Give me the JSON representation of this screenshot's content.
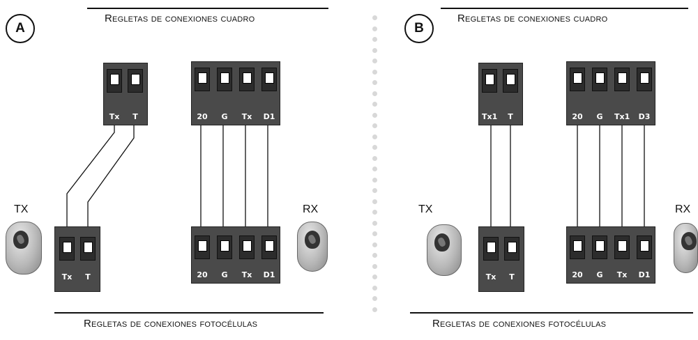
{
  "panels": {
    "a": {
      "badge": "A",
      "top_title": "Regletas de conexiones cuadro",
      "bottom_title": "Regletas de conexiones fotocélulas",
      "tx_label": "TX",
      "rx_label": "RX",
      "board_small": [
        "Tx",
        "T"
      ],
      "board_large": [
        "20",
        "G",
        "Tx",
        "D1"
      ],
      "cell_small": [
        "Tx",
        "T"
      ],
      "cell_large": [
        "20",
        "G",
        "Tx",
        "D1"
      ]
    },
    "b": {
      "badge": "B",
      "top_title": "Regletas de conexiones cuadro",
      "bottom_title": "Regletas de conexiones fotocélulas",
      "tx_label": "TX",
      "rx_label": "RX",
      "board_small": [
        "Tx1",
        "T"
      ],
      "board_large": [
        "20",
        "G",
        "Tx1",
        "D3"
      ],
      "cell_small": [
        "Tx",
        "T"
      ],
      "cell_large": [
        "20",
        "G",
        "Tx",
        "D1"
      ]
    }
  }
}
